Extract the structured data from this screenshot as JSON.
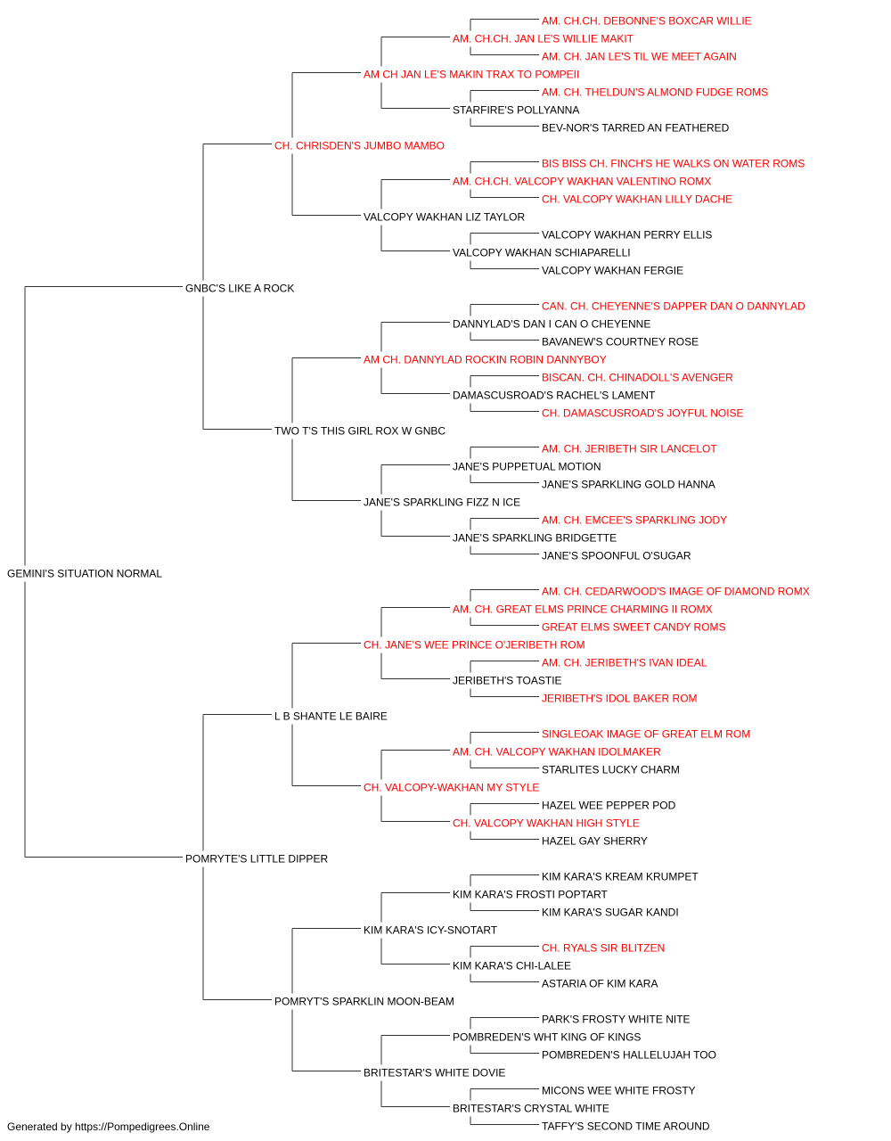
{
  "colors": {
    "champion": "#ff0000",
    "normal": "#000000",
    "line": "#333333"
  },
  "pedigree": [
    {
      "name": "GEMINI'S SITUATION NORMAL",
      "champion": false
    },
    {
      "name": "GNBC'S LIKE A ROCK",
      "champion": false
    },
    {
      "name": "POMRYTE'S LITTLE DIPPER",
      "champion": false
    },
    {
      "name": "CH. CHRISDEN'S JUMBO MAMBO",
      "champion": true
    },
    {
      "name": "TWO T'S THIS GIRL ROX W GNBC",
      "champion": false
    },
    {
      "name": "L B SHANTE LE BAIRE",
      "champion": false
    },
    {
      "name": "POMRYT'S SPARKLIN MOON-BEAM",
      "champion": false
    },
    {
      "name": "AM CH JAN LE'S MAKIN TRAX TO POMPEII",
      "champion": true
    },
    {
      "name": "VALCOPY WAKHAN LIZ TAYLOR",
      "champion": false
    },
    {
      "name": "AM CH. DANNYLAD ROCKIN ROBIN DANNYBOY",
      "champion": true
    },
    {
      "name": "JANE'S SPARKLING FIZZ N ICE",
      "champion": false
    },
    {
      "name": "CH. JANE'S WEE PRINCE O'JERIBETH ROM",
      "champion": true
    },
    {
      "name": "CH. VALCOPY-WAKHAN MY STYLE",
      "champion": true
    },
    {
      "name": "KIM KARA'S ICY-SNOTART",
      "champion": false
    },
    {
      "name": "BRITESTAR'S WHITE DOVIE",
      "champion": false
    },
    {
      "name": "AM. CH.CH. JAN LE'S WILLIE MAKIT",
      "champion": true
    },
    {
      "name": "STARFIRE'S POLLYANNA",
      "champion": false
    },
    {
      "name": "AM. CH.CH. VALCOPY WAKHAN VALENTINO ROMX",
      "champion": true
    },
    {
      "name": "VALCOPY WAKHAN SCHIAPARELLI",
      "champion": false
    },
    {
      "name": "DANNYLAD'S DAN I CAN O CHEYENNE",
      "champion": false
    },
    {
      "name": "DAMASCUSROAD'S RACHEL'S LAMENT",
      "champion": false
    },
    {
      "name": "JANE'S PUPPETUAL MOTION",
      "champion": false
    },
    {
      "name": "JANE'S SPARKLING BRIDGETTE",
      "champion": false
    },
    {
      "name": "AM. CH. GREAT ELMS PRINCE CHARMING II ROMX",
      "champion": true
    },
    {
      "name": "JERIBETH'S TOASTIE",
      "champion": false
    },
    {
      "name": "AM. CH. VALCOPY WAKHAN IDOLMAKER",
      "champion": true
    },
    {
      "name": "CH. VALCOPY WAKHAN HIGH STYLE",
      "champion": true
    },
    {
      "name": "KIM KARA'S FROSTI POPTART",
      "champion": false
    },
    {
      "name": "KIM KARA'S CHI-LALEE",
      "champion": false
    },
    {
      "name": "POMBREDEN'S WHT KING OF KINGS",
      "champion": false
    },
    {
      "name": "BRITESTAR'S CRYSTAL WHITE",
      "champion": false
    },
    {
      "name": "AM. CH.CH. DEBONNE'S BOXCAR WILLIE",
      "champion": true
    },
    {
      "name": "AM. CH. JAN LE'S TIL WE MEET AGAIN",
      "champion": true
    },
    {
      "name": "AM. CH. THELDUN'S ALMOND FUDGE ROMS",
      "champion": true
    },
    {
      "name": "BEV-NOR'S TARRED AN FEATHERED",
      "champion": false
    },
    {
      "name": "BIS BISS CH. FINCH'S HE WALKS ON WATER ROMS",
      "champion": true
    },
    {
      "name": "CH. VALCOPY WAKHAN LILLY DACHE",
      "champion": true
    },
    {
      "name": "VALCOPY WAKHAN PERRY ELLIS",
      "champion": false
    },
    {
      "name": "VALCOPY WAKHAN FERGIE",
      "champion": false
    },
    {
      "name": "CAN. CH. CHEYENNE'S DAPPER DAN O DANNYLAD",
      "champion": true
    },
    {
      "name": "BAVANEW'S COURTNEY ROSE",
      "champion": false
    },
    {
      "name": "BISCAN. CH. CHINADOLL'S AVENGER",
      "champion": true
    },
    {
      "name": "CH. DAMASCUSROAD'S JOYFUL NOISE",
      "champion": true
    },
    {
      "name": "AM. CH. JERIBETH SIR LANCELOT",
      "champion": true
    },
    {
      "name": "JANE'S SPARKLING GOLD HANNA",
      "champion": false
    },
    {
      "name": "AM. CH. EMCEE'S SPARKLING JODY",
      "champion": true
    },
    {
      "name": "JANE'S SPOONFUL O'SUGAR",
      "champion": false
    },
    {
      "name": "AM. CH. CEDARWOOD'S IMAGE OF DIAMOND ROMX",
      "champion": true
    },
    {
      "name": "GREAT ELMS SWEET CANDY ROMS",
      "champion": true
    },
    {
      "name": "AM. CH. JERIBETH'S IVAN IDEAL",
      "champion": true
    },
    {
      "name": "JERIBETH'S IDOL BAKER ROM",
      "champion": true
    },
    {
      "name": "SINGLEOAK IMAGE OF GREAT ELM ROM",
      "champion": true
    },
    {
      "name": "STARLITES LUCKY CHARM",
      "champion": false
    },
    {
      "name": "HAZEL WEE PEPPER POD",
      "champion": false
    },
    {
      "name": "HAZEL GAY SHERRY",
      "champion": false
    },
    {
      "name": "KIM KARA'S KREAM KRUMPET",
      "champion": false
    },
    {
      "name": "KIM KARA'S SUGAR KANDI",
      "champion": false
    },
    {
      "name": "CH. RYALS SIR BLITZEN",
      "champion": true
    },
    {
      "name": "ASTARIA OF KIM KARA",
      "champion": false
    },
    {
      "name": "PARK'S FROSTY WHITE NITE",
      "champion": false
    },
    {
      "name": "POMBREDEN'S HALLELUJAH TOO",
      "champion": false
    },
    {
      "name": "MICONS WEE WHITE FROSTY",
      "champion": false
    },
    {
      "name": "TAFFY'S SECOND TIME AROUND",
      "champion": false
    }
  ],
  "footer": "Generated by https://Pompedigrees.Online"
}
